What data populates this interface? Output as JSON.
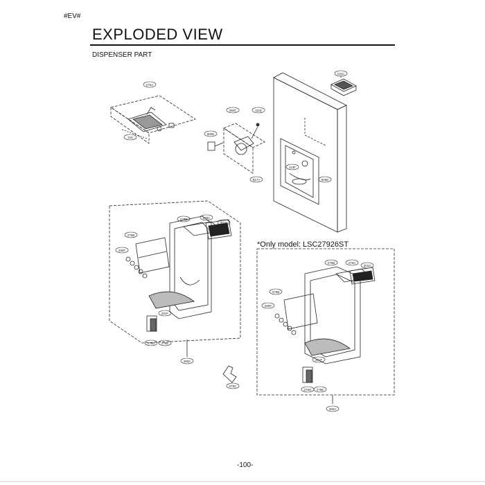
{
  "header": {
    "code": "#EV#"
  },
  "page": {
    "title": "EXPLODED VIEW",
    "subtitle": "DISPENSER PART",
    "only_model_note": "*Only model: LSC27926ST",
    "page_number": "-100-"
  },
  "part_labels": {
    "p101c": "101C",
    "p276a": "276A",
    "p280c": "280C",
    "p111e": "111E",
    "p605d": "605D",
    "p316": "316",
    "p617a": "617A",
    "p113f": "113F",
    "p605e": "605E",
    "p276b": "276B",
    "p276c": "276C",
    "p301d": "301D",
    "p275b": "275B",
    "p280f": "280F",
    "p281f": "281F",
    "p276d": "276D",
    "p276e": "276E",
    "p280a": "280A",
    "p275c": "275C",
    "p276bb": "276B",
    "p276cb": "276C",
    "p301db": "301D",
    "p275bb": "275B",
    "p280fb": "280F",
    "p281fb": "281F",
    "p276db": "276D",
    "p276eb": "276E",
    "p280ab": "280A"
  }
}
